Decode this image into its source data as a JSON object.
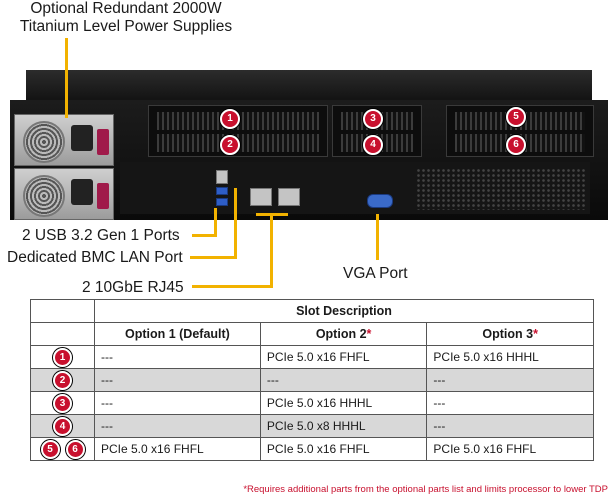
{
  "callouts": {
    "psu_line1": "Optional Redundant 2000W",
    "psu_line2": "Titanium Level Power Supplies",
    "usb": "2 USB 3.2 Gen 1 Ports",
    "bmc": "Dedicated BMC LAN Port",
    "lan": "2 10GbE RJ45",
    "vga": "VGA Port"
  },
  "slot_badges": [
    "1",
    "2",
    "3",
    "4",
    "5",
    "6"
  ],
  "table": {
    "title": "Slot Description",
    "headers": {
      "option1": "Option 1 (Default)",
      "option2": "Option 2",
      "option3": "Option 3",
      "asterisk": "*"
    },
    "rows": [
      {
        "slots": [
          "1"
        ],
        "opt1": "---",
        "opt2": "PCIe 5.0 x16 FHFL",
        "opt3": "PCIe 5.0 x16 HHHL"
      },
      {
        "slots": [
          "2"
        ],
        "opt1": "---",
        "opt2": "---",
        "opt3": "---"
      },
      {
        "slots": [
          "3"
        ],
        "opt1": "---",
        "opt2": "PCIe 5.0 x16 HHHL",
        "opt3": "---"
      },
      {
        "slots": [
          "4"
        ],
        "opt1": "---",
        "opt2": "PCIe 5.0 x8 HHHL",
        "opt3": "---"
      },
      {
        "slots": [
          "5",
          "6"
        ],
        "opt1": "PCIe 5.0 x16 FHFL",
        "opt2": "PCIe 5.0 x16 FHFL",
        "opt3": "PCIe 5.0 x16 FHFL"
      }
    ]
  },
  "footnote": "*Requires additional parts from the optional parts list and limits processor to lower TDP",
  "colors": {
    "accent_leader": "#f2b200",
    "badge_red": "#c8102e",
    "row_gray": "#d8d8d8"
  }
}
